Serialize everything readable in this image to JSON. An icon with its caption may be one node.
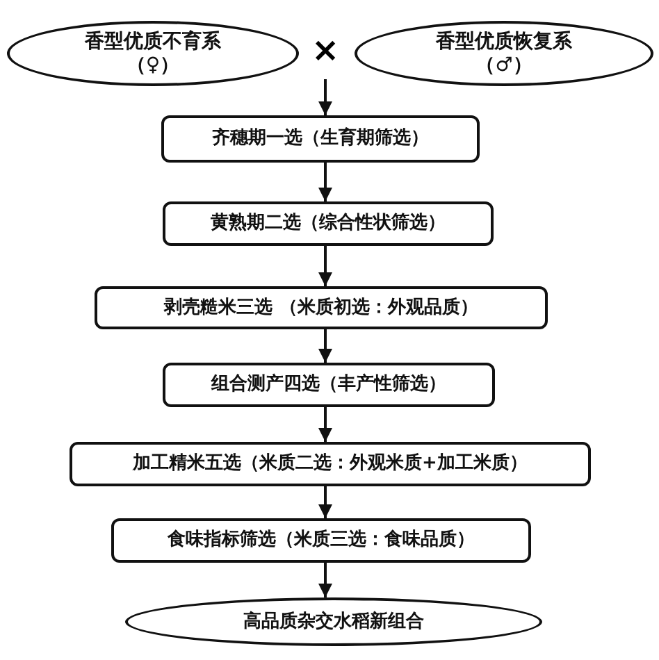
{
  "diagram": {
    "nodes": [
      {
        "text": [
          "香型优质不育系",
          "（♀）"
        ]
      },
      {
        "text": [
          "香型优质恢复系",
          "（♂）"
        ]
      },
      {
        "text": [
          "齐穗期一选（生育期筛选）"
        ]
      },
      {
        "text": [
          "黄熟期二选（综合性状筛选）"
        ]
      },
      {
        "text": [
          "剥壳糙米三选 （米质初选：外观品质）"
        ]
      },
      {
        "text": [
          "组合测产四选（丰产性筛选）"
        ]
      },
      {
        "text": [
          "加工精米五选（米质二选：外观米质+加工米质）"
        ]
      },
      {
        "text": [
          "食味指标筛选（米质三选：食味品质）"
        ]
      },
      {
        "text": [
          "高品质杂交水稻新组合"
        ]
      }
    ],
    "edges": [
      {
        "from": null,
        "to": 2,
        "arrow": "to"
      },
      {
        "from": 2,
        "to": 3,
        "arrow": "to"
      },
      {
        "from": 3,
        "to": 4,
        "arrow": "to"
      },
      {
        "from": 4,
        "to": 5,
        "arrow": "to"
      },
      {
        "from": 5,
        "to": 6,
        "arrow": "to"
      },
      {
        "from": 6,
        "to": 7,
        "arrow": "to"
      },
      {
        "from": 7,
        "to": 8,
        "arrow": "to"
      }
    ],
    "labels": [
      "×"
    ]
  }
}
